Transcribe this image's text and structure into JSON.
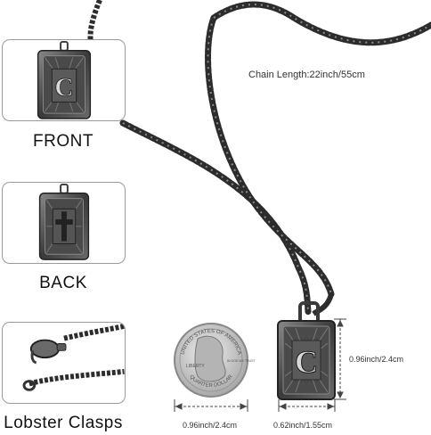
{
  "thumbnails": [
    {
      "label": "FRONT",
      "icon": "pendant-front-letter-c"
    },
    {
      "label": "BACK",
      "icon": "pendant-back-cross"
    },
    {
      "label": "Lobster Clasps",
      "icon": "lobster-clasp"
    }
  ],
  "pendant_letter": "C",
  "annotations": {
    "chain_length": "Chain Length:22inch/55cm",
    "pendant_height": "0.96inch/2.4cm",
    "coin_width": "0.96inch/2.4cm",
    "pendant_width": "0.62inch/1.55cm"
  },
  "coin": {
    "top_text": "UNITED STATES OF AMERICA",
    "left_text": "LIBERTY",
    "bottom_text": "QUARTER DOLLAR",
    "right_text": "IN GOD WE TRUST"
  },
  "colors": {
    "metal_dark": "#3a3a3a",
    "metal_mid": "#6a6a6a",
    "metal_light": "#9c9c9c",
    "coin": "#c9c9c9",
    "border": "#9a9a9a"
  }
}
